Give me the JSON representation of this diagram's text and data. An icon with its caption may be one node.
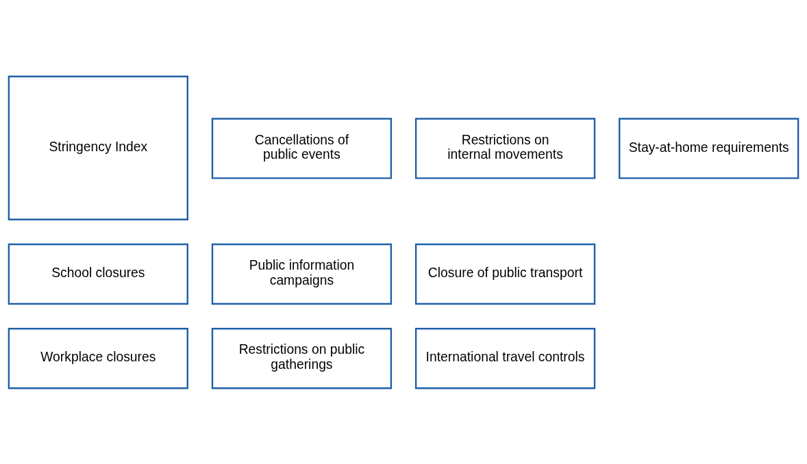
{
  "diagram": {
    "nodes": [
      {
        "text": [
          "School closures"
        ]
      },
      {
        "text": [
          "Workplace closures"
        ]
      },
      {
        "text": [
          "Cancellations of public events"
        ]
      },
      {
        "text": [
          "Public information campaigns"
        ]
      },
      {
        "text": [
          "Stringency Index"
        ]
      },
      {
        "text": [
          "Restrictions on public gatherings"
        ]
      },
      {
        "text": [
          "Restrictions on internal movements"
        ]
      },
      {
        "text": [
          "Closure of public transport"
        ]
      },
      {
        "text": [
          "International travel controls"
        ]
      },
      {
        "text": [
          "Stay-at-home requirements"
        ]
      }
    ],
    "edges": []
  }
}
